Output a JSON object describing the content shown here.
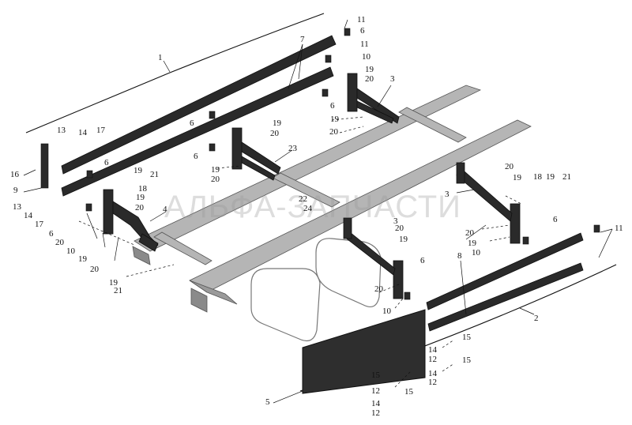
{
  "watermark": "АЛЬФА-ЗАПЧАСТИ",
  "colors": {
    "ink": "#111111",
    "part_dark": "#2a2a2a",
    "frame_gray": "#8a8a8a",
    "watermark": "#969696"
  },
  "callouts": [
    {
      "id": "c1",
      "text": "1"
    },
    {
      "id": "c2",
      "text": "2"
    },
    {
      "id": "c3a",
      "text": "3"
    },
    {
      "id": "c3b",
      "text": "3"
    },
    {
      "id": "c3c",
      "text": "3"
    },
    {
      "id": "c4",
      "text": "4"
    },
    {
      "id": "c5",
      "text": "5"
    },
    {
      "id": "c6a",
      "text": "6"
    },
    {
      "id": "c6b",
      "text": "6"
    },
    {
      "id": "c6c",
      "text": "6"
    },
    {
      "id": "c6d",
      "text": "6"
    },
    {
      "id": "c6e",
      "text": "6"
    },
    {
      "id": "c6f",
      "text": "6"
    },
    {
      "id": "c6g",
      "text": "6"
    },
    {
      "id": "c6h",
      "text": "6"
    },
    {
      "id": "c7",
      "text": "7"
    },
    {
      "id": "c8",
      "text": "8"
    },
    {
      "id": "c9",
      "text": "9"
    },
    {
      "id": "c10a",
      "text": "10"
    },
    {
      "id": "c10b",
      "text": "10"
    },
    {
      "id": "c10c",
      "text": "10"
    },
    {
      "id": "c10d",
      "text": "10"
    },
    {
      "id": "c11a",
      "text": "11"
    },
    {
      "id": "c11b",
      "text": "11"
    },
    {
      "id": "c11c",
      "text": "11"
    },
    {
      "id": "c12a",
      "text": "12"
    },
    {
      "id": "c12b",
      "text": "12"
    },
    {
      "id": "c12c",
      "text": "12"
    },
    {
      "id": "c12d",
      "text": "12"
    },
    {
      "id": "c13a",
      "text": "13"
    },
    {
      "id": "c13b",
      "text": "13"
    },
    {
      "id": "c14a",
      "text": "14"
    },
    {
      "id": "c14b",
      "text": "14"
    },
    {
      "id": "c14c",
      "text": "14"
    },
    {
      "id": "c14d",
      "text": "14"
    },
    {
      "id": "c14e",
      "text": "14"
    },
    {
      "id": "c15a",
      "text": "15"
    },
    {
      "id": "c15b",
      "text": "15"
    },
    {
      "id": "c15c",
      "text": "15"
    },
    {
      "id": "c15d",
      "text": "15"
    },
    {
      "id": "c16",
      "text": "16"
    },
    {
      "id": "c17a",
      "text": "17"
    },
    {
      "id": "c17b",
      "text": "17"
    },
    {
      "id": "c18a",
      "text": "18"
    },
    {
      "id": "c18b",
      "text": "18"
    },
    {
      "id": "c19a",
      "text": "19"
    },
    {
      "id": "c19b",
      "text": "19"
    },
    {
      "id": "c19c",
      "text": "19"
    },
    {
      "id": "c19d",
      "text": "19"
    },
    {
      "id": "c19e",
      "text": "19"
    },
    {
      "id": "c19f",
      "text": "19"
    },
    {
      "id": "c19g",
      "text": "19"
    },
    {
      "id": "c19h",
      "text": "19"
    },
    {
      "id": "c19i",
      "text": "19"
    },
    {
      "id": "c19j",
      "text": "19"
    },
    {
      "id": "c19k",
      "text": "19"
    },
    {
      "id": "c19l",
      "text": "19"
    },
    {
      "id": "c20a",
      "text": "20"
    },
    {
      "id": "c20b",
      "text": "20"
    },
    {
      "id": "c20c",
      "text": "20"
    },
    {
      "id": "c20d",
      "text": "20"
    },
    {
      "id": "c20e",
      "text": "20"
    },
    {
      "id": "c20f",
      "text": "20"
    },
    {
      "id": "c20g",
      "text": "20"
    },
    {
      "id": "c20h",
      "text": "20"
    },
    {
      "id": "c20i",
      "text": "20"
    },
    {
      "id": "c20j",
      "text": "20"
    },
    {
      "id": "c20k",
      "text": "20"
    },
    {
      "id": "c21a",
      "text": "21"
    },
    {
      "id": "c21b",
      "text": "21"
    },
    {
      "id": "c21c",
      "text": "21"
    },
    {
      "id": "c22",
      "text": "22"
    },
    {
      "id": "c23",
      "text": "23"
    },
    {
      "id": "c24",
      "text": "24"
    }
  ]
}
